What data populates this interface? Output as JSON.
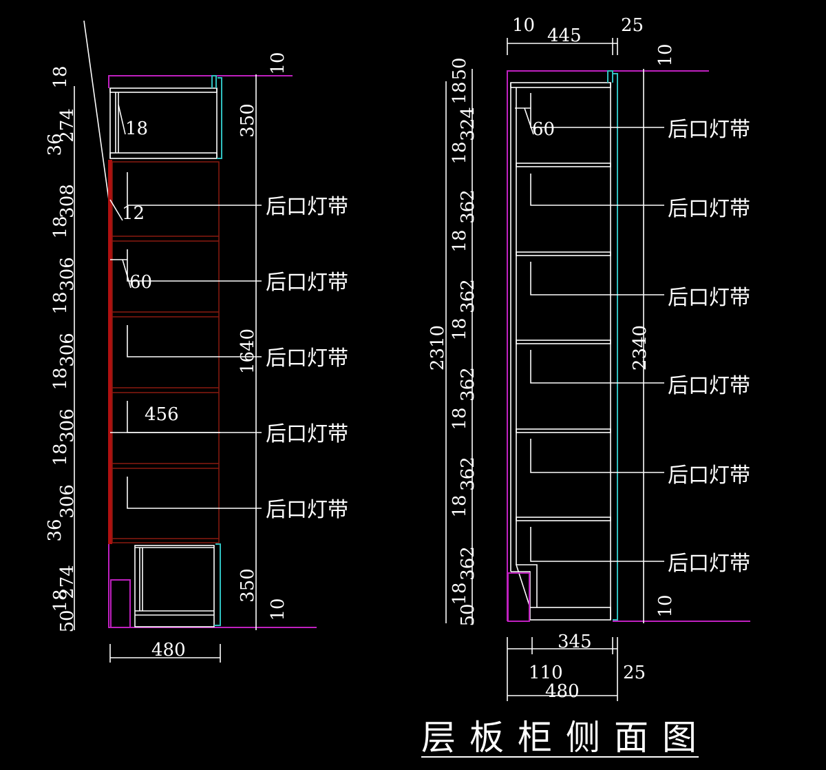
{
  "title": "层板柜侧面图",
  "led_label": "后口灯带",
  "colors": {
    "background": "#000000",
    "line": "#ffffff",
    "magenta": "#c020c0",
    "cyan": "#30c0c0",
    "red": "#b01010"
  },
  "left_view": {
    "left_dims": [
      "18",
      "274",
      "36",
      "308",
      "18",
      "306",
      "18",
      "306",
      "18",
      "306",
      "18",
      "306",
      "36",
      "274",
      "18",
      "50"
    ],
    "right_dims": [
      "10",
      "350",
      "1640",
      "350",
      "10"
    ],
    "inner_dims": [
      "18",
      "12",
      "60",
      "456"
    ],
    "width_dim": "480",
    "led_labels": [
      "后口灯带",
      "后口灯带",
      "后口灯带",
      "后口灯带",
      "后口灯带"
    ]
  },
  "right_view": {
    "top_dims": [
      "10",
      "445",
      "25"
    ],
    "left_dims": [
      "50",
      "18",
      "324",
      "18",
      "362",
      "18",
      "362",
      "18",
      "362",
      "18",
      "362",
      "18",
      "362",
      "18",
      "50"
    ],
    "overall_left": "2310",
    "overall_right": "2340",
    "right_top_dim": "10",
    "right_bottom_dim": "10",
    "inner_dims": [
      "60"
    ],
    "bottom_dims": [
      "345",
      "110",
      "25",
      "480"
    ],
    "led_labels": [
      "后口灯带",
      "后口灯带",
      "后口灯带",
      "后口灯带",
      "后口灯带",
      "后口灯带"
    ]
  }
}
